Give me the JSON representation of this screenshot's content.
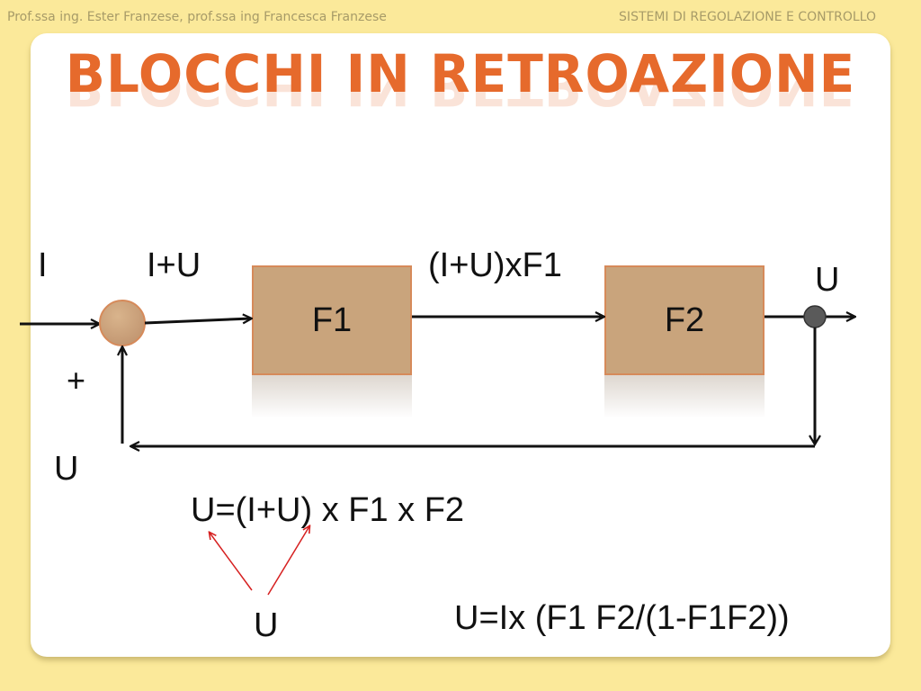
{
  "header": {
    "authors": "Prof.ssa ing. Ester Franzese, prof.ssa ing Francesca Franzese",
    "course": "SISTEMI DI REGOLAZIONE E CONTROLLO"
  },
  "slide": {
    "title": "BLOCCHI IN RETROAZIONE"
  },
  "diagram": {
    "input_label": "I",
    "sum_output_label": "I+U",
    "between_blocks_label": "(I+U)xF1",
    "output_label": "U",
    "plus_sign": "+",
    "feedback_label": "U",
    "block1": "F1",
    "block2": "F2"
  },
  "equations": {
    "eq1": "U=(I+U) x F1 x F2",
    "pointer_label": "U",
    "eq2": "U=Ix (F1 F2/(1-F1F2))"
  },
  "colors": {
    "background": "#fbe99a",
    "title": "#e66a2c",
    "block_fill": "#c9a47c",
    "block_border": "#d68a5a",
    "pointer_arrows": "#d62020"
  }
}
